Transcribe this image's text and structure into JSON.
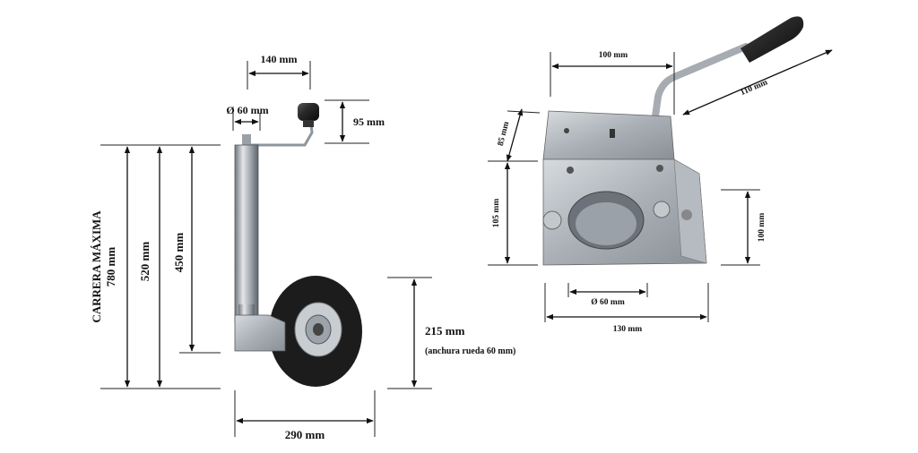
{
  "left_view": {
    "stroke_label": "CARRERA MÁXIMA",
    "stroke_value": "780 mm",
    "height_520": "520 mm",
    "height_450": "450 mm",
    "crank_width": "140 mm",
    "tube_diameter": "Ø 60 mm",
    "handle_height": "95 mm",
    "wheel_diameter": "215 mm",
    "wheel_width_note": "(anchura rueda 60 mm)",
    "base_length": "290 mm"
  },
  "right_view": {
    "top_width": "100 mm",
    "handle_length": "110 mm",
    "upper_height": "85 mm",
    "lower_height": "105 mm",
    "right_height": "100 mm",
    "hole_diameter": "Ø 60 mm",
    "bottom_width": "130 mm"
  },
  "colors": {
    "steel": "#b9bec4",
    "steel_dark": "#7d848c",
    "rubber": "#1c1c1c",
    "line": "#111111"
  }
}
